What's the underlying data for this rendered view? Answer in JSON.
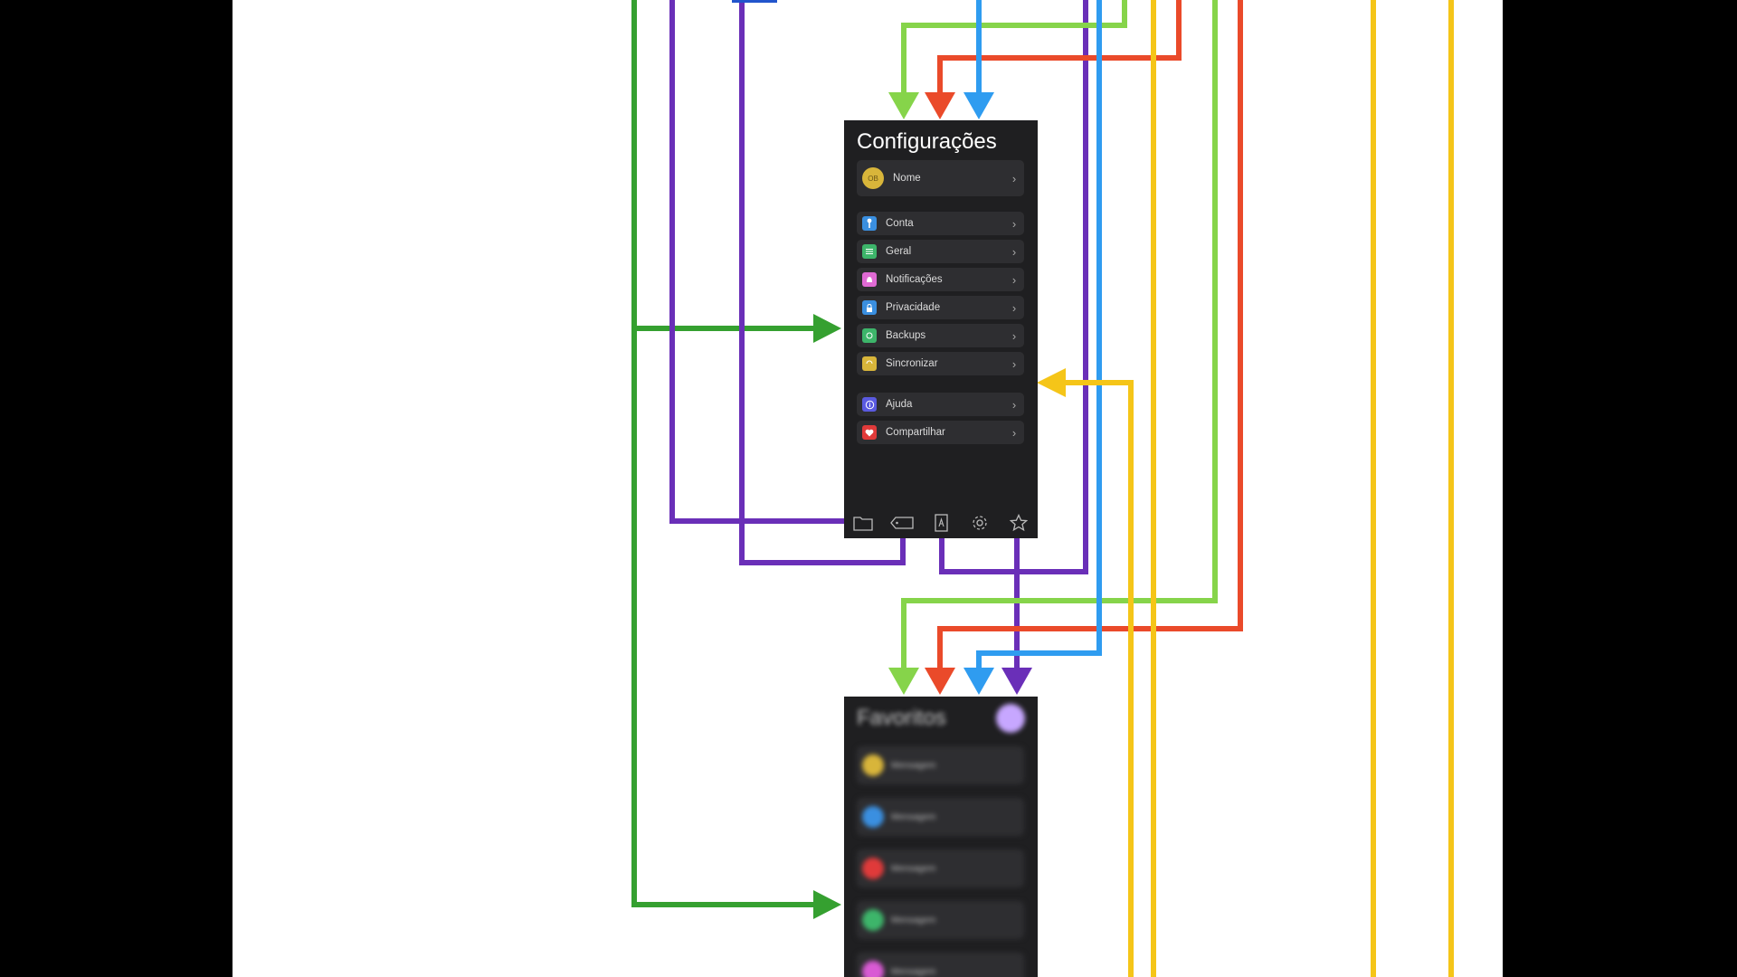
{
  "settings": {
    "title": "Configurações",
    "profile": {
      "initials": "OB",
      "label": "Nome"
    },
    "menu": [
      {
        "label": "Conta",
        "icon": "key-icon",
        "color": "#3a8fe0"
      },
      {
        "label": "Geral",
        "icon": "sliders-icon",
        "color": "#3db56a"
      },
      {
        "label": "Notificações",
        "icon": "bell-icon",
        "color": "#e06ad4"
      },
      {
        "label": "Privacidade",
        "icon": "lock-icon",
        "color": "#3a8fe0"
      },
      {
        "label": "Backups",
        "icon": "backup-icon",
        "color": "#3db56a"
      },
      {
        "label": "Sincronizar",
        "icon": "sync-icon",
        "color": "#d8b53a"
      },
      {
        "label": "Ajuda",
        "icon": "info-icon",
        "color": "#5a5ae0"
      },
      {
        "label": "Compartilhar",
        "icon": "heart-icon",
        "color": "#e03a3a"
      }
    ],
    "tabs": [
      "folder-icon",
      "tag-icon",
      "contacts-icon",
      "gear-icon",
      "star-icon"
    ]
  },
  "favorites": {
    "title": "Favoritos",
    "items": [
      {
        "label": "Mensagem",
        "color": "#d8b53a"
      },
      {
        "label": "Mensagem",
        "color": "#3a8fe0"
      },
      {
        "label": "Mensagem",
        "color": "#e03a3a"
      },
      {
        "label": "Mensagem",
        "color": "#3db56a"
      },
      {
        "label": "Mensagem",
        "color": "#d95ad4"
      }
    ]
  },
  "colors": {
    "dark_green": "#35a030",
    "purple": "#6a2fb8",
    "light_green": "#86d44a",
    "red": "#ea4a2a",
    "blue": "#2f9cf0",
    "yellow": "#f5c518",
    "screen_bg": "#1f1f21",
    "row_bg": "#2e2e31"
  }
}
